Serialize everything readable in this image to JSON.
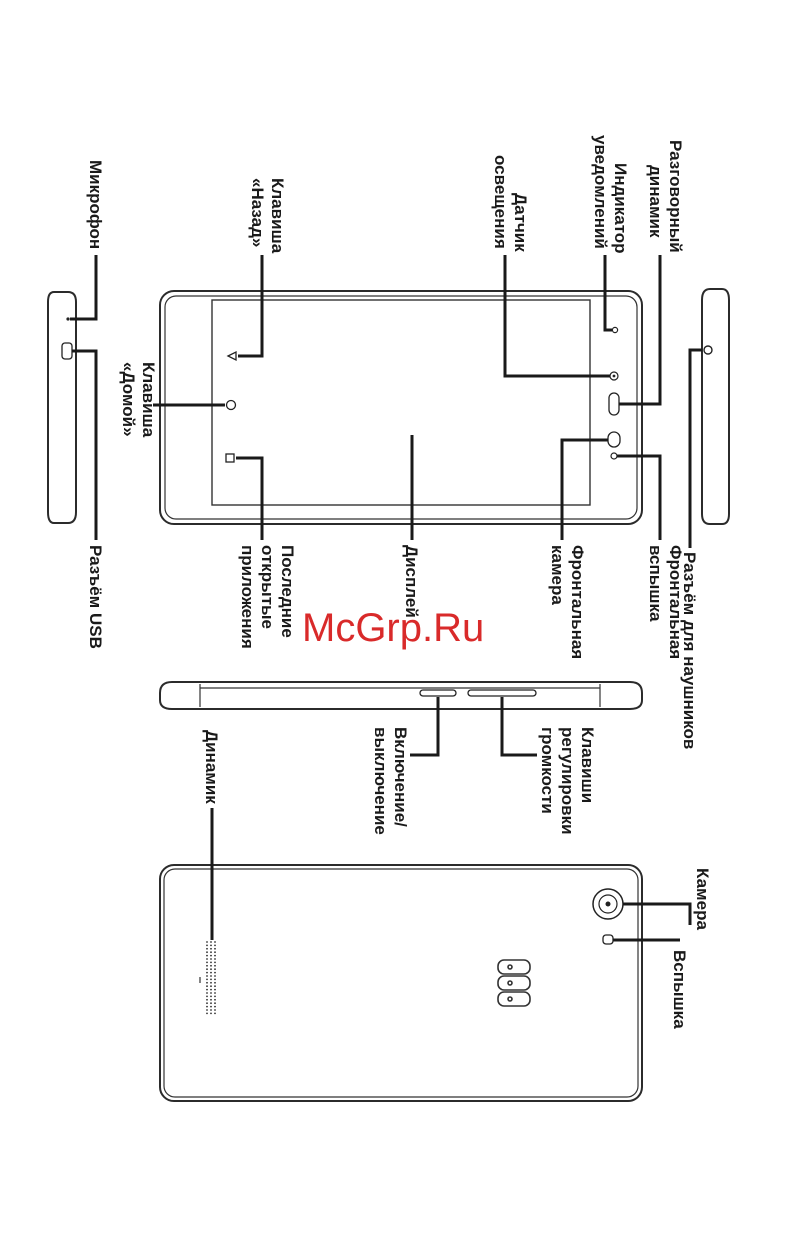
{
  "labels": {
    "earpiece": [
      "Разговорный",
      "динамик"
    ],
    "notification": [
      "Индикатор",
      "уведомлений"
    ],
    "light_sensor": [
      "Датчик",
      "освещения"
    ],
    "back_key": [
      "Клавиша",
      "«Назад»"
    ],
    "microphone": [
      "Микрофон"
    ],
    "home_key": [
      "Клавиша",
      "«Домой»"
    ],
    "headphone_jack": [
      "Разъём для наушников"
    ],
    "front_flash": [
      "Фронтальная",
      "вспышка"
    ],
    "front_camera": [
      "Фронтальная",
      "камера"
    ],
    "display": [
      "Дисплей"
    ],
    "recent_apps": [
      "Последние",
      "открытые",
      "приложения"
    ],
    "usb": [
      "Разъём USB"
    ],
    "volume_keys": [
      "Клавиши",
      "регулировки",
      "громкости"
    ],
    "power": [
      "Включение/",
      "выключение"
    ],
    "speaker": [
      "Динамик"
    ],
    "camera": [
      "Камера"
    ],
    "flash": [
      "Вспышка"
    ]
  },
  "watermark": "McGrp.Ru"
}
